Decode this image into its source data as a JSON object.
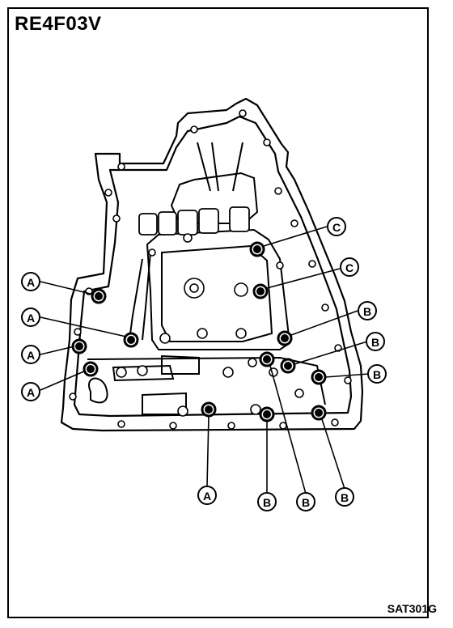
{
  "diagram": {
    "model_code": "RE4F03V",
    "figure_code": "SAT301G",
    "bolt_callouts": [
      {
        "id": "c1",
        "letter": "C"
      },
      {
        "id": "c2",
        "letter": "C"
      },
      {
        "id": "a1",
        "letter": "A"
      },
      {
        "id": "a2",
        "letter": "A"
      },
      {
        "id": "a3",
        "letter": "A"
      },
      {
        "id": "a4",
        "letter": "A"
      },
      {
        "id": "b1",
        "letter": "B"
      },
      {
        "id": "b2",
        "letter": "B"
      },
      {
        "id": "b3",
        "letter": "B"
      },
      {
        "id": "a5",
        "letter": "A"
      },
      {
        "id": "b4",
        "letter": "B"
      },
      {
        "id": "b5",
        "letter": "B"
      },
      {
        "id": "b6",
        "letter": "B"
      }
    ]
  }
}
